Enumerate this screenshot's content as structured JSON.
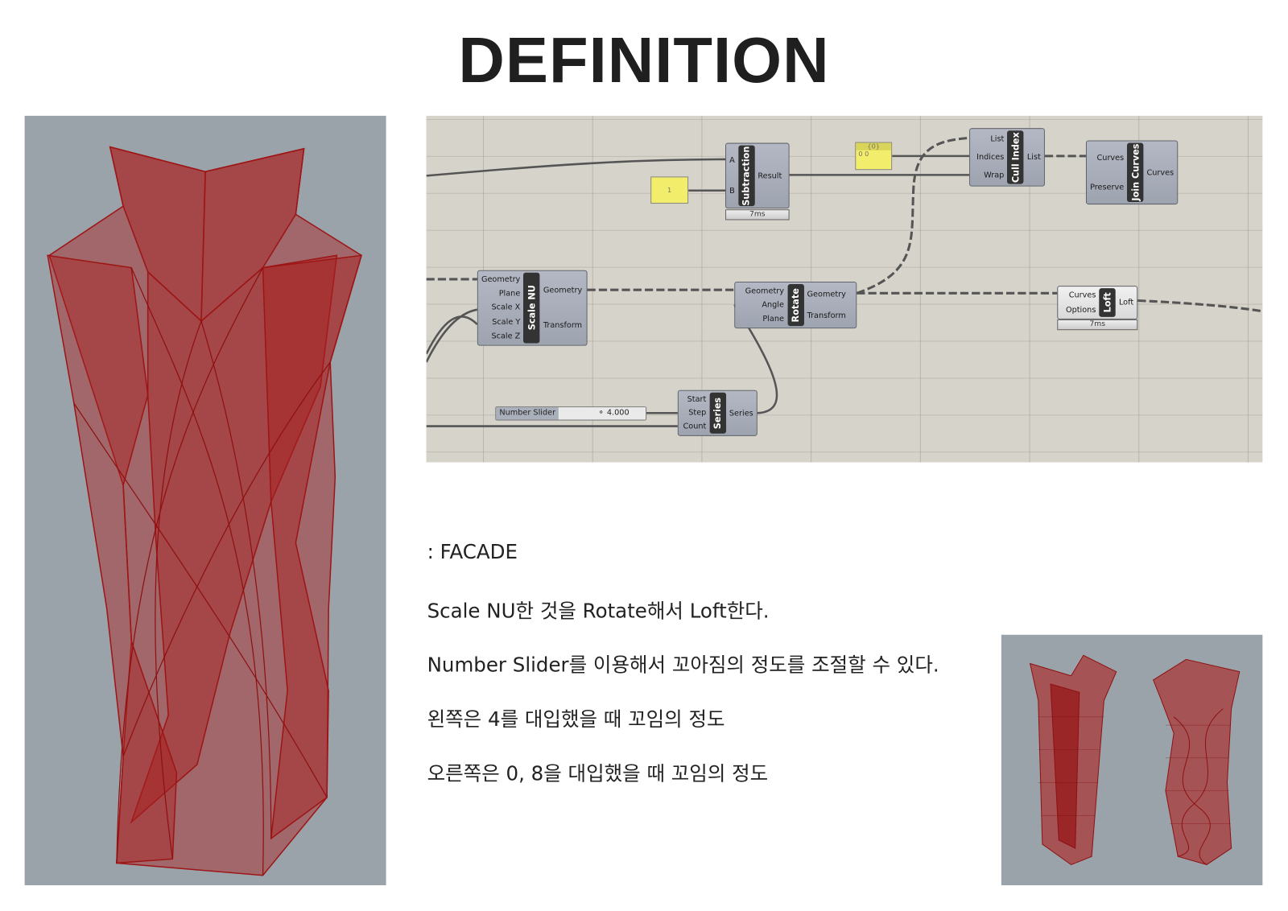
{
  "title": "DEFINITION",
  "canvas": {
    "subtraction": {
      "name": "Subtraction",
      "inputs": [
        "A",
        "B"
      ],
      "outputs": [
        "Result"
      ],
      "timer": "7ms"
    },
    "panel_one": {
      "value": "1"
    },
    "panel_zero": {
      "header": "{0}",
      "row": "0  0"
    },
    "cull_index": {
      "name": "Cull Index",
      "inputs": [
        "List",
        "Indices",
        "Wrap"
      ],
      "outputs": [
        "List"
      ]
    },
    "join_curves": {
      "name": "Join Curves",
      "inputs": [
        "Curves",
        "Preserve"
      ],
      "outputs": [
        "Curves"
      ]
    },
    "scale_nu": {
      "name": "Scale NU",
      "inputs": [
        "Geometry",
        "Plane",
        "Scale X",
        "Scale Y",
        "Scale Z"
      ],
      "outputs": [
        "Geometry",
        "Transform"
      ]
    },
    "rotate": {
      "name": "Rotate",
      "inputs": [
        "Geometry",
        "Angle",
        "Plane"
      ],
      "outputs": [
        "Geometry",
        "Transform"
      ]
    },
    "loft": {
      "name": "Loft",
      "inputs": [
        "Curves",
        "Options"
      ],
      "outputs": [
        "Loft"
      ],
      "timer": "7ms"
    },
    "series": {
      "name": "Series",
      "inputs": [
        "Start",
        "Step",
        "Count"
      ],
      "outputs": [
        "Series"
      ]
    },
    "slider": {
      "label": "Number Slider",
      "value": "4.000"
    }
  },
  "description": [
    ": FACADE",
    "Scale NU한 것을 Rotate해서 Loft한다.",
    "Number Slider를 이용해서 꼬아짐의 정도를 조절할 수 있다.",
    "왼쪽은 4를 대입했을 때 꼬임의 정도",
    "오른쪽은 0, 8을 대입했을 때 꼬임의 정도"
  ],
  "colors": {
    "render_bg": "#9aa3aa",
    "surface": "#b22a2a",
    "canvas_bg": "#d6d3cb"
  }
}
